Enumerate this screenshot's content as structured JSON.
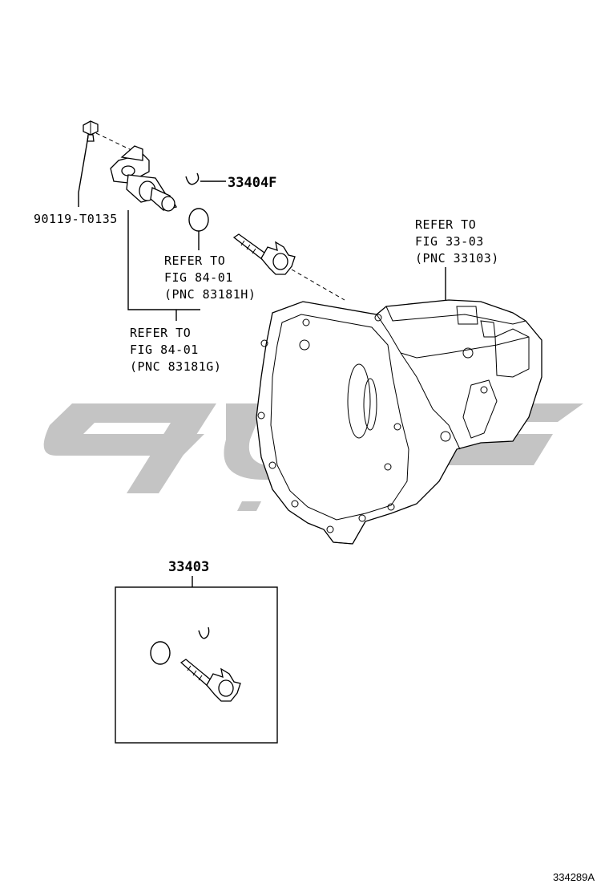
{
  "labels": {
    "bolt_part": "90119-T0135",
    "clip_part": "33404F",
    "oring_ref_l1": "REFER TO",
    "oring_ref_l2": "FIG 84-01",
    "oring_ref_l3": "(PNC 83181H)",
    "sensor_ref_l1": "REFER TO",
    "sensor_ref_l2": "FIG 84-01",
    "sensor_ref_l3": "(PNC 83181G)",
    "case_ref_l1": "REFER TO",
    "case_ref_l2": "FIG 33-03",
    "case_ref_l3": "(PNC 33103)",
    "kit_part": "33403"
  },
  "figure_id": "334289A",
  "watermark": {
    "color": "#c4c4c4"
  }
}
